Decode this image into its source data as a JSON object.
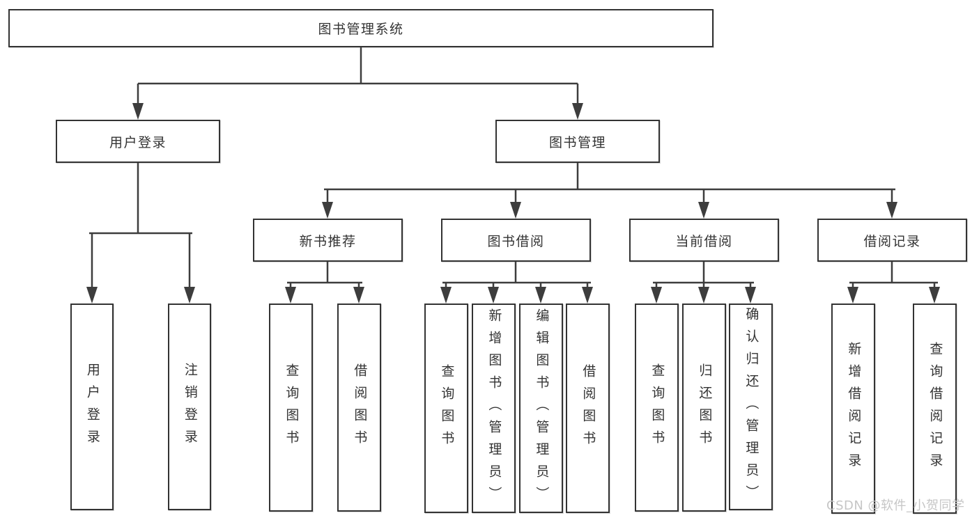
{
  "tree": {
    "root": "图书管理系统",
    "children": [
      {
        "label": "用户登录",
        "children": [
          "用户登录",
          "注销登录"
        ]
      },
      {
        "label": "图书管理",
        "children": [
          {
            "label": "新书推荐",
            "children": [
              "查询图书",
              "借阅图书"
            ]
          },
          {
            "label": "图书借阅",
            "children": [
              "查询图书",
              "新增图书（管理员）",
              "编辑图书（管理员）",
              "借阅图书"
            ]
          },
          {
            "label": "当前借阅",
            "children": [
              "查询图书",
              "归还图书",
              "确认归还（管理员）"
            ]
          },
          {
            "label": "借阅记录",
            "children": [
              "新增借阅记录",
              "查询借阅记录"
            ]
          }
        ]
      }
    ]
  },
  "watermark": {
    "text": "CSDN @软件_小贺同学"
  },
  "colors": {
    "background": "#ffffff",
    "line": "#3d3d3d",
    "box_border": "#333333",
    "text": "#333333",
    "watermark": "#c6c6c6"
  }
}
